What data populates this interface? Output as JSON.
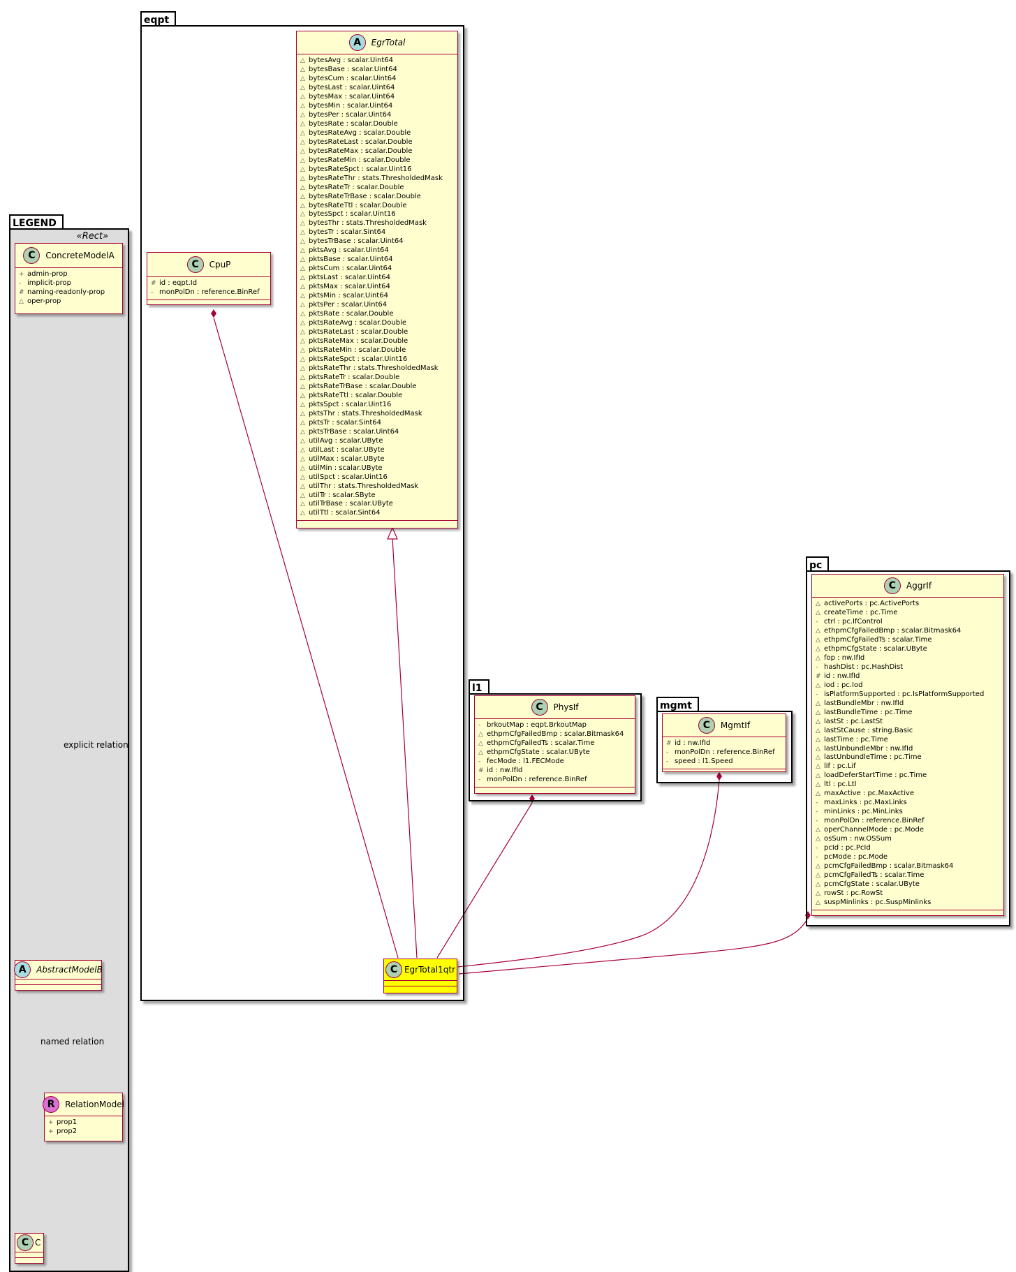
{
  "packages": {
    "legend": "LEGEND",
    "eqpt": "eqpt",
    "l1": "l1",
    "mgmt": "mgmt",
    "pc": "pc"
  },
  "legend": {
    "stereotype": "«Rect»",
    "concrete": {
      "name": "ConcreteModelA",
      "badge": "C",
      "attrs": [
        {
          "vis": "+",
          "text": "admin-prop"
        },
        {
          "vis": "-",
          "text": "implicit-prop"
        },
        {
          "vis": "#",
          "text": "naming-readonly-prop"
        },
        {
          "vis": "△",
          "text": "oper-prop"
        }
      ]
    },
    "abstract": {
      "name": "AbstractModelB",
      "badge": "A"
    },
    "relation": {
      "name": "RelationModel",
      "badge": "R",
      "attrs": [
        {
          "vis": "+",
          "text": "prop1"
        },
        {
          "vis": "+",
          "text": "prop2"
        }
      ]
    },
    "c": {
      "name": "C",
      "badge": "C"
    },
    "explicit_label": "explicit relation",
    "named_label": "named relation"
  },
  "classes": {
    "egrtotal": {
      "name": "EgrTotal",
      "badge": "A",
      "attrs": [
        {
          "vis": "△",
          "text": "bytesAvg : scalar.Uint64"
        },
        {
          "vis": "△",
          "text": "bytesBase : scalar.Uint64"
        },
        {
          "vis": "△",
          "text": "bytesCum : scalar.Uint64"
        },
        {
          "vis": "△",
          "text": "bytesLast : scalar.Uint64"
        },
        {
          "vis": "△",
          "text": "bytesMax : scalar.Uint64"
        },
        {
          "vis": "△",
          "text": "bytesMin : scalar.Uint64"
        },
        {
          "vis": "△",
          "text": "bytesPer : scalar.Uint64"
        },
        {
          "vis": "△",
          "text": "bytesRate : scalar.Double"
        },
        {
          "vis": "△",
          "text": "bytesRateAvg : scalar.Double"
        },
        {
          "vis": "△",
          "text": "bytesRateLast : scalar.Double"
        },
        {
          "vis": "△",
          "text": "bytesRateMax : scalar.Double"
        },
        {
          "vis": "△",
          "text": "bytesRateMin : scalar.Double"
        },
        {
          "vis": "△",
          "text": "bytesRateSpct : scalar.Uint16"
        },
        {
          "vis": "△",
          "text": "bytesRateThr : stats.ThresholdedMask"
        },
        {
          "vis": "△",
          "text": "bytesRateTr : scalar.Double"
        },
        {
          "vis": "△",
          "text": "bytesRateTrBase : scalar.Double"
        },
        {
          "vis": "△",
          "text": "bytesRateTtl : scalar.Double"
        },
        {
          "vis": "△",
          "text": "bytesSpct : scalar.Uint16"
        },
        {
          "vis": "△",
          "text": "bytesThr : stats.ThresholdedMask"
        },
        {
          "vis": "△",
          "text": "bytesTr : scalar.Sint64"
        },
        {
          "vis": "△",
          "text": "bytesTrBase : scalar.Uint64"
        },
        {
          "vis": "△",
          "text": "pktsAvg : scalar.Uint64"
        },
        {
          "vis": "△",
          "text": "pktsBase : scalar.Uint64"
        },
        {
          "vis": "△",
          "text": "pktsCum : scalar.Uint64"
        },
        {
          "vis": "△",
          "text": "pktsLast : scalar.Uint64"
        },
        {
          "vis": "△",
          "text": "pktsMax : scalar.Uint64"
        },
        {
          "vis": "△",
          "text": "pktsMin : scalar.Uint64"
        },
        {
          "vis": "△",
          "text": "pktsPer : scalar.Uint64"
        },
        {
          "vis": "△",
          "text": "pktsRate : scalar.Double"
        },
        {
          "vis": "△",
          "text": "pktsRateAvg : scalar.Double"
        },
        {
          "vis": "△",
          "text": "pktsRateLast : scalar.Double"
        },
        {
          "vis": "△",
          "text": "pktsRateMax : scalar.Double"
        },
        {
          "vis": "△",
          "text": "pktsRateMin : scalar.Double"
        },
        {
          "vis": "△",
          "text": "pktsRateSpct : scalar.Uint16"
        },
        {
          "vis": "△",
          "text": "pktsRateThr : stats.ThresholdedMask"
        },
        {
          "vis": "△",
          "text": "pktsRateTr : scalar.Double"
        },
        {
          "vis": "△",
          "text": "pktsRateTrBase : scalar.Double"
        },
        {
          "vis": "△",
          "text": "pktsRateTtl : scalar.Double"
        },
        {
          "vis": "△",
          "text": "pktsSpct : scalar.Uint16"
        },
        {
          "vis": "△",
          "text": "pktsThr : stats.ThresholdedMask"
        },
        {
          "vis": "△",
          "text": "pktsTr : scalar.Sint64"
        },
        {
          "vis": "△",
          "text": "pktsTrBase : scalar.Uint64"
        },
        {
          "vis": "△",
          "text": "utilAvg : scalar.UByte"
        },
        {
          "vis": "△",
          "text": "utilLast : scalar.UByte"
        },
        {
          "vis": "△",
          "text": "utilMax : scalar.UByte"
        },
        {
          "vis": "△",
          "text": "utilMin : scalar.UByte"
        },
        {
          "vis": "△",
          "text": "utilSpct : scalar.Uint16"
        },
        {
          "vis": "△",
          "text": "utilThr : stats.ThresholdedMask"
        },
        {
          "vis": "△",
          "text": "utilTr : scalar.SByte"
        },
        {
          "vis": "△",
          "text": "utilTrBase : scalar.UByte"
        },
        {
          "vis": "△",
          "text": "utilTtl : scalar.Sint64"
        }
      ]
    },
    "cpup": {
      "name": "CpuP",
      "badge": "C",
      "attrs": [
        {
          "vis": "#",
          "text": "id : eqpt.Id"
        },
        {
          "vis": "-",
          "text": "monPolDn : reference.BinRef"
        }
      ]
    },
    "egrtotal1qtr": {
      "name": "EgrTotal1qtr",
      "badge": "C"
    },
    "physif": {
      "name": "PhysIf",
      "badge": "C",
      "attrs": [
        {
          "vis": "-",
          "text": "brkoutMap : eqpt.BrkoutMap"
        },
        {
          "vis": "△",
          "text": "ethpmCfgFailedBmp : scalar.Bitmask64"
        },
        {
          "vis": "△",
          "text": "ethpmCfgFailedTs : scalar.Time"
        },
        {
          "vis": "△",
          "text": "ethpmCfgState : scalar.UByte"
        },
        {
          "vis": "-",
          "text": "fecMode : l1.FECMode"
        },
        {
          "vis": "#",
          "text": "id : nw.IfId"
        },
        {
          "vis": "-",
          "text": "monPolDn : reference.BinRef"
        }
      ]
    },
    "mgmtif": {
      "name": "MgmtIf",
      "badge": "C",
      "attrs": [
        {
          "vis": "#",
          "text": "id : nw.IfId"
        },
        {
          "vis": "-",
          "text": "monPolDn : reference.BinRef"
        },
        {
          "vis": "-",
          "text": "speed : l1.Speed"
        }
      ]
    },
    "aggrif": {
      "name": "AggrIf",
      "badge": "C",
      "attrs": [
        {
          "vis": "△",
          "text": "activePorts : pc.ActivePorts"
        },
        {
          "vis": "△",
          "text": "createTime : pc.Time"
        },
        {
          "vis": "-",
          "text": "ctrl : pc.IfControl"
        },
        {
          "vis": "△",
          "text": "ethpmCfgFailedBmp : scalar.Bitmask64"
        },
        {
          "vis": "△",
          "text": "ethpmCfgFailedTs : scalar.Time"
        },
        {
          "vis": "△",
          "text": "ethpmCfgState : scalar.UByte"
        },
        {
          "vis": "△",
          "text": "fop : nw.IfId"
        },
        {
          "vis": "-",
          "text": "hashDist : pc.HashDist"
        },
        {
          "vis": "#",
          "text": "id : nw.IfId"
        },
        {
          "vis": "△",
          "text": "iod : pc.Iod"
        },
        {
          "vis": "-",
          "text": "isPlatformSupported : pc.IsPlatformSupported"
        },
        {
          "vis": "△",
          "text": "lastBundleMbr : nw.IfId"
        },
        {
          "vis": "△",
          "text": "lastBundleTime : pc.Time"
        },
        {
          "vis": "△",
          "text": "lastSt : pc.LastSt"
        },
        {
          "vis": "△",
          "text": "lastStCause : string.Basic"
        },
        {
          "vis": "△",
          "text": "lastTime : pc.Time"
        },
        {
          "vis": "△",
          "text": "lastUnbundleMbr : nw.IfId"
        },
        {
          "vis": "△",
          "text": "lastUnbundleTime : pc.Time"
        },
        {
          "vis": "△",
          "text": "lif : pc.Lif"
        },
        {
          "vis": "△",
          "text": "loadDeferStartTime : pc.Time"
        },
        {
          "vis": "△",
          "text": "ltl : pc.Ltl"
        },
        {
          "vis": "△",
          "text": "maxActive : pc.MaxActive"
        },
        {
          "vis": "-",
          "text": "maxLinks : pc.MaxLinks"
        },
        {
          "vis": "-",
          "text": "minLinks : pc.MinLinks"
        },
        {
          "vis": "-",
          "text": "monPolDn : reference.BinRef"
        },
        {
          "vis": "△",
          "text": "operChannelMode : pc.Mode"
        },
        {
          "vis": "△",
          "text": "osSum : nw.OSSum"
        },
        {
          "vis": "-",
          "text": "pcId : pc.PcId"
        },
        {
          "vis": "-",
          "text": "pcMode : pc.Mode"
        },
        {
          "vis": "△",
          "text": "pcmCfgFailedBmp : scalar.Bitmask64"
        },
        {
          "vis": "△",
          "text": "pcmCfgFailedTs : scalar.Time"
        },
        {
          "vis": "△",
          "text": "pcmCfgState : scalar.UByte"
        },
        {
          "vis": "△",
          "text": "rowSt : pc.RowSt"
        },
        {
          "vis": "△",
          "text": "suspMinlinks : pc.SuspMinlinks"
        }
      ]
    }
  },
  "colors": {
    "class_fill": "#FEFECE",
    "class_border": "#A80036",
    "highlight_fill": "#FFFF00",
    "legend_fill": "#DDDDDD",
    "relation_badge": "#DA70D6",
    "badge_fill": "#ADD1B2",
    "abstract_badge": "#A9DCDF"
  }
}
